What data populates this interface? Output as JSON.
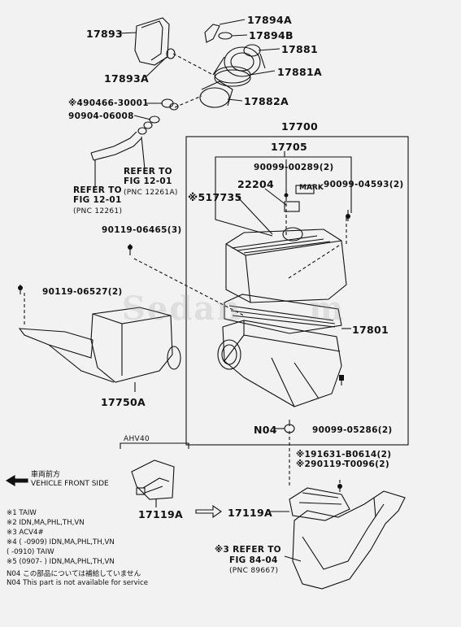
{
  "watermark": "Sedan",
  "watermark_tail": "m",
  "parts": {
    "p17893": "17893",
    "p17893A": "17893A",
    "p17894A": "17894A",
    "p17894B": "17894B",
    "p17881": "17881",
    "p17881A": "17881A",
    "p17882A": "17882A",
    "p490466": "※490466-30001",
    "p90904": "90904-06008",
    "p17700": "17700",
    "p17705": "17705",
    "p90099_00289": "90099-00289(2)",
    "p22204": "22204",
    "p90099_04593": "90099-04593(2)",
    "p17735": "※517735",
    "p90119_06465": "90119-06465(3)",
    "p90119_06527": "90119-06527(2)",
    "p17801": "17801",
    "p17750A": "17750A",
    "pN04": "N04",
    "p90099_05286": "90099-05286(2)",
    "p191631": "※191631-B0614(2)",
    "p290119": "※290119-T0096(2)",
    "p17119A_left": "17119A",
    "p17119A_right": "17119A",
    "mark": "MARK",
    "ahv40": "AHV40"
  },
  "refs": {
    "ref_left_l1": "REFER TO",
    "ref_left_l2": "FIG 12-01",
    "ref_left_l3": "(PNC 12261)",
    "ref_mid_l1": "REFER TO",
    "ref_mid_l2": "FIG 12-01",
    "ref_mid_l3": "(PNC 12261A)",
    "ref_bot_l1": "※3 REFER TO",
    "ref_bot_l2": "FIG 84-04",
    "ref_bot_l3": "(PNC 89667)"
  },
  "direction": {
    "jp": "車両前方",
    "en": "VEHICLE FRONT SIDE"
  },
  "notes": [
    "※1 TAIW",
    "※2 IDN,MA,PHL,TH,VN",
    "※3 ACV4#",
    "※4 (        -0909) IDN,MA,PHL,TH,VN",
    "      (        -0910) TAIW",
    "※5 (0907-        ) IDN,MA,PHL,TH,VN",
    "N04  この部品については補給していません",
    "N04  This part is not available for service"
  ],
  "colors": {
    "line": "#111111",
    "background": "#f2f2f2"
  }
}
